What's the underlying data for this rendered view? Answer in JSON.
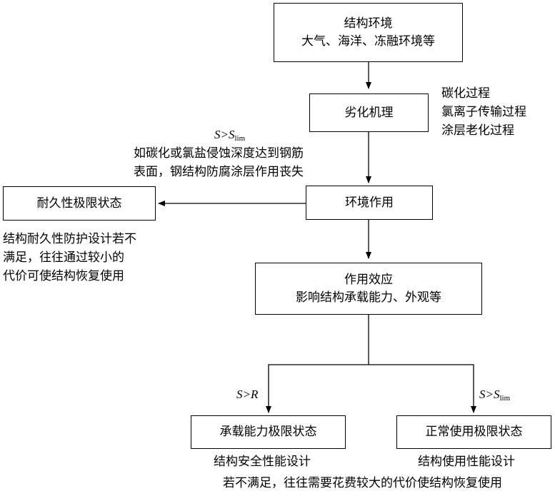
{
  "boxes": {
    "environment": {
      "title": "结构环境",
      "subtitle": "大气、海洋、冻融环境等"
    },
    "degradation": {
      "title": "劣化机理"
    },
    "action": {
      "title": "环境作用"
    },
    "durability_limit": {
      "title": "耐久性极限状态"
    },
    "effect": {
      "title": "作用效应",
      "subtitle": "影响结构承载能力、外观等"
    },
    "capacity_limit": {
      "title": "承载能力极限状态"
    },
    "service_limit": {
      "title": "正常使用极限状态"
    }
  },
  "notes": {
    "mechanisms": [
      "碳化过程",
      "氯离子传输过程",
      "涂层老化过程"
    ],
    "condition_top": {
      "s": "S",
      "op": ">",
      "s2": "S",
      "sub": "lim"
    },
    "condition_top_desc": [
      "如碳化或氯盐侵蚀深度达到钢筋",
      "表面，钢结构防腐涂层作用丧失"
    ],
    "durability_desc": [
      "结构耐久性防护设计若不",
      "满足，往往通过较小的",
      "代价可使结构恢复使用"
    ],
    "condition_left": {
      "s": "S",
      "op": ">",
      "r": "R"
    },
    "condition_right": {
      "s": "S",
      "op": ">",
      "s2": "S",
      "sub": "lim"
    },
    "capacity_design": "结构安全性能设计",
    "service_design": "结构使用性能设计",
    "bottom_desc": "若不满足，往往需要花费较大的代价使结构恢复使用"
  }
}
